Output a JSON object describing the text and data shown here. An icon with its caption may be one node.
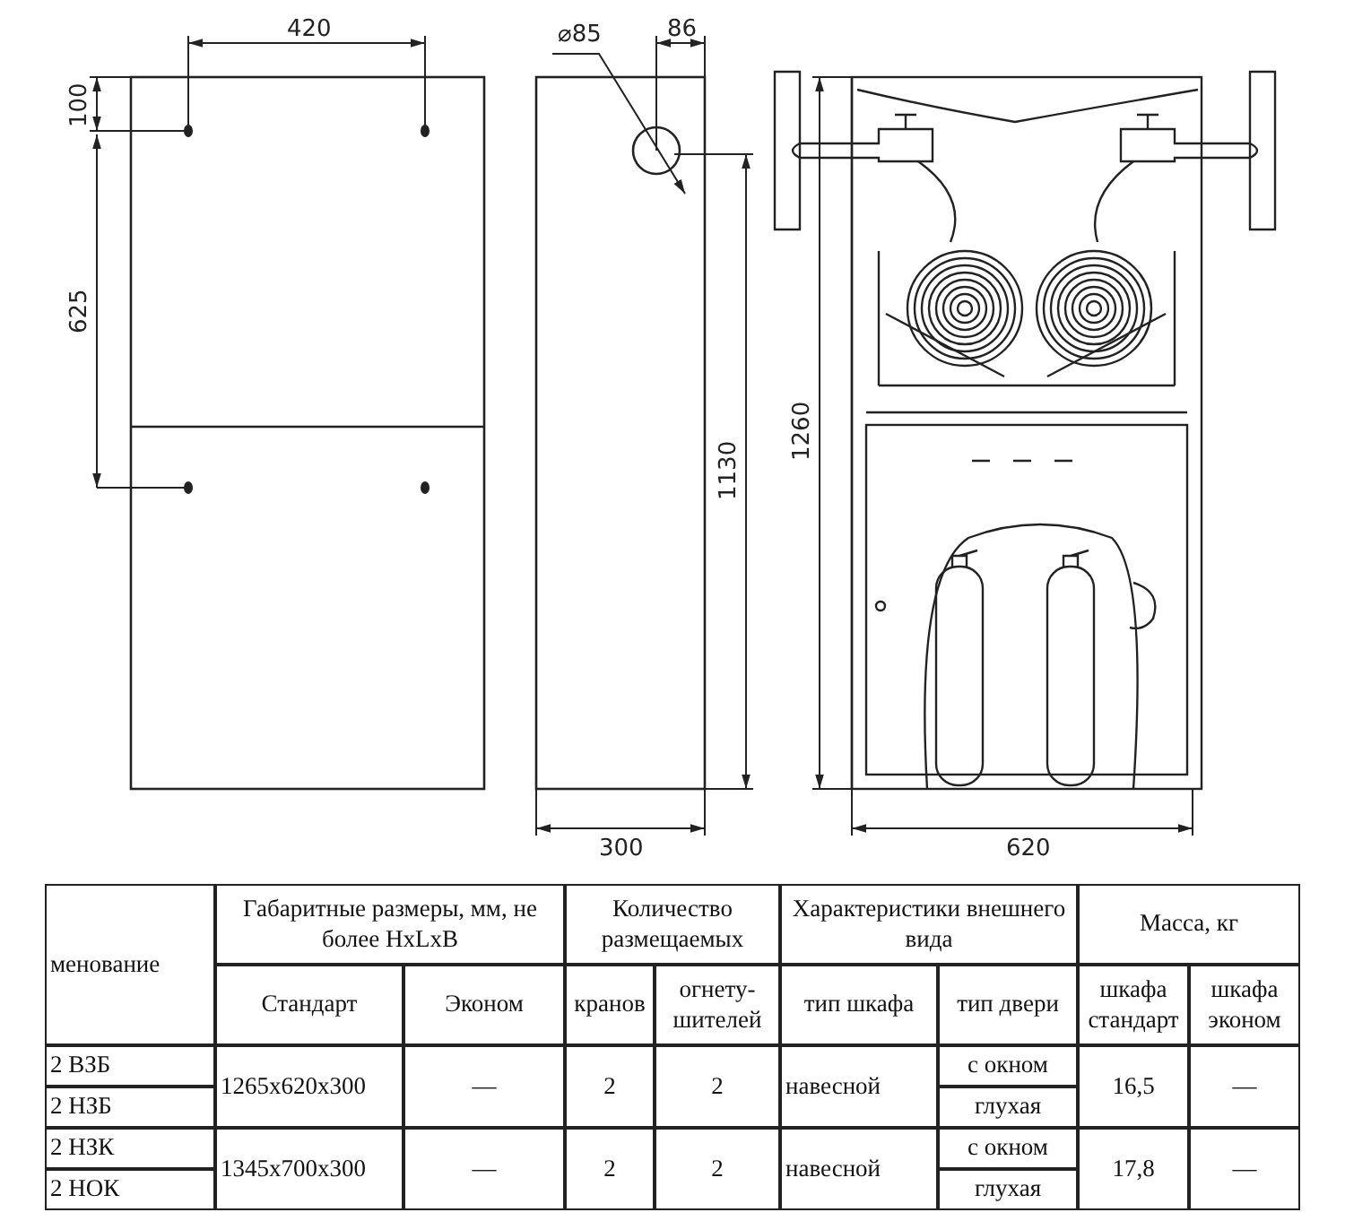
{
  "diagram": {
    "labels": [
      "420",
      "⌀85",
      "86",
      "100",
      "625",
      "1130",
      "1260",
      "300",
      "620",
      "менование",
      "Габаритные размеры, мм, не более HxLxB",
      "Количество размещаемых",
      "Характеристики внешнего вида",
      "Масса, кг",
      "Стандарт",
      "Эконом",
      "кранов",
      "огнету- шителей",
      "тип шкафа",
      "тип двери",
      "шкафа стандарт",
      "шкафа эконом",
      "2 ВЗБ",
      "1265x620x300",
      "—",
      "2",
      "2",
      "навесной",
      "с окном",
      "16,5",
      "—",
      "2 НЗБ",
      "глухая",
      "2 НЗК",
      "1345x700x300",
      "—",
      "2",
      "2",
      "навесной",
      "с окном",
      "17,8",
      "—",
      "2 НОК",
      "глухая"
    ]
  }
}
